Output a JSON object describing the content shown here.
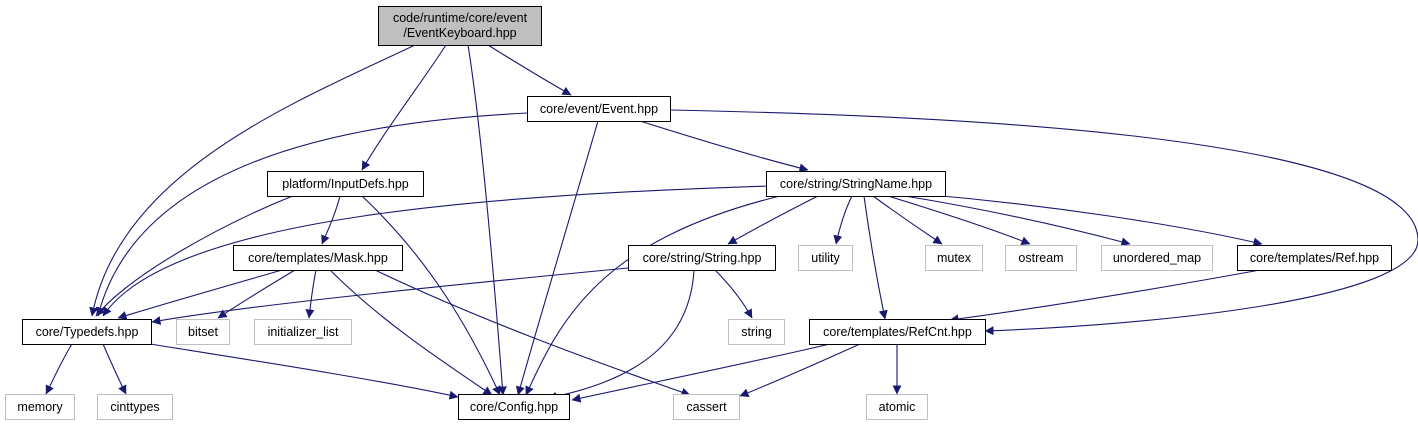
{
  "colors": {
    "edge": "#191970",
    "root_fill": "#bfbfbf",
    "node_border": "#000000",
    "external_border": "#bfbfbf"
  },
  "nodes": {
    "root": "code/runtime/core/event\n/EventKeyboard.hpp",
    "event": "core/event/Event.hpp",
    "inputdefs": "platform/InputDefs.hpp",
    "stringname": "core/string/StringName.hpp",
    "mask": "core/templates/Mask.hpp",
    "string_hpp": "core/string/String.hpp",
    "utility": "utility",
    "mutex": "mutex",
    "ostream": "ostream",
    "unordered_map": "unordered_map",
    "ref": "core/templates/Ref.hpp",
    "typedefs": "core/Typedefs.hpp",
    "bitset": "bitset",
    "initializer_list": "initializer_list",
    "string_std": "string",
    "refcnt": "core/templates/RefCnt.hpp",
    "memory": "memory",
    "cinttypes": "cinttypes",
    "config": "core/Config.hpp",
    "cassert": "cassert",
    "atomic": "atomic"
  }
}
